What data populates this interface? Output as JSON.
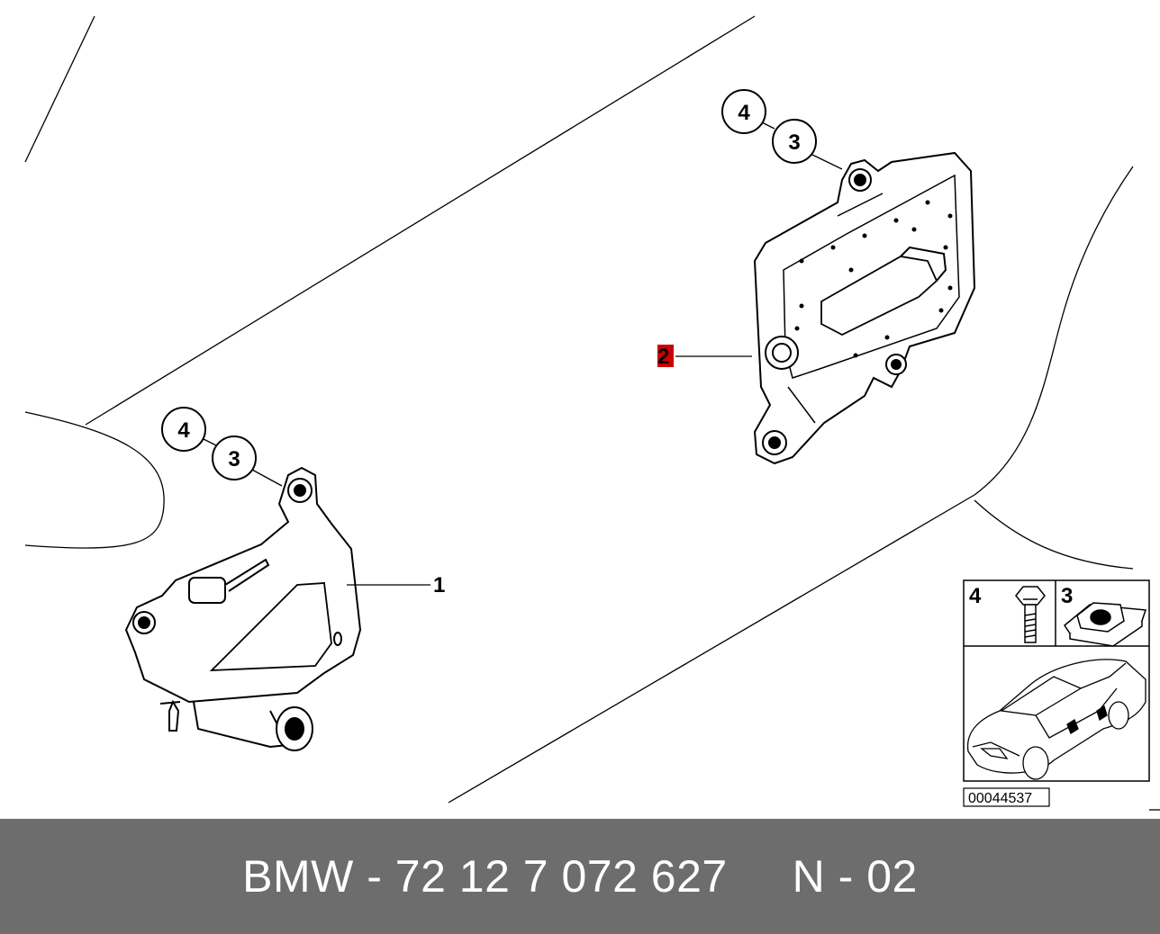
{
  "callouts": {
    "part_1": "1",
    "part_2": "2",
    "upper_4": "4",
    "upper_3": "3",
    "lower_4": "4",
    "lower_3": "3"
  },
  "legend": {
    "bolt_number": "4",
    "nut_number": "3",
    "reference_code": "00044537"
  },
  "colors": {
    "highlight_red": "#cc0000",
    "footer_bg": "#6d6d6d",
    "footer_text": "#ffffff"
  },
  "footer": {
    "text": "BMW - 72 12 7 072 627     N - 02"
  }
}
